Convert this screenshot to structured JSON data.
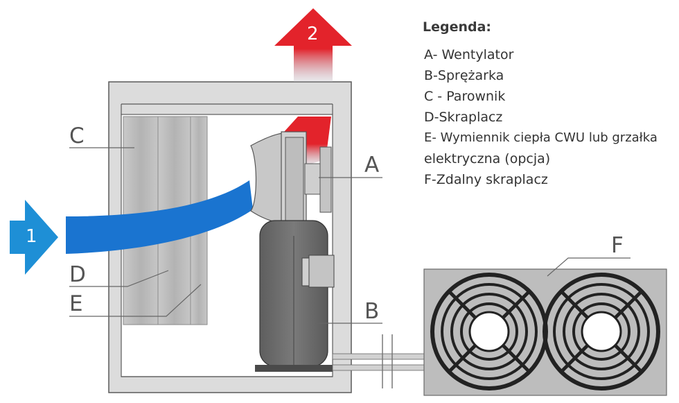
{
  "legend": {
    "title": "Legenda:",
    "items": [
      "A- Wentylator",
      "B-Sprężarka",
      "C - Parownik",
      "D-Skraplacz",
      "E- Wymiennik ciepła CWU lub grzałka",
      "elektryczna (opcja)",
      "F-Zdalny skraplacz"
    ]
  },
  "labels": {
    "A": "A",
    "B": "B",
    "C": "C",
    "D": "D",
    "E": "E",
    "F": "F"
  },
  "arrows": {
    "inlet": "1",
    "outlet": "2"
  },
  "colors": {
    "inlet_arrow": "#1e8fd6",
    "airflow": "#1a74d0",
    "outlet_arrow": "#e3232b",
    "frame": "#d9d9d9",
    "frame_stroke": "#5a5a5a",
    "condenser_body": "#bdbdbd"
  }
}
